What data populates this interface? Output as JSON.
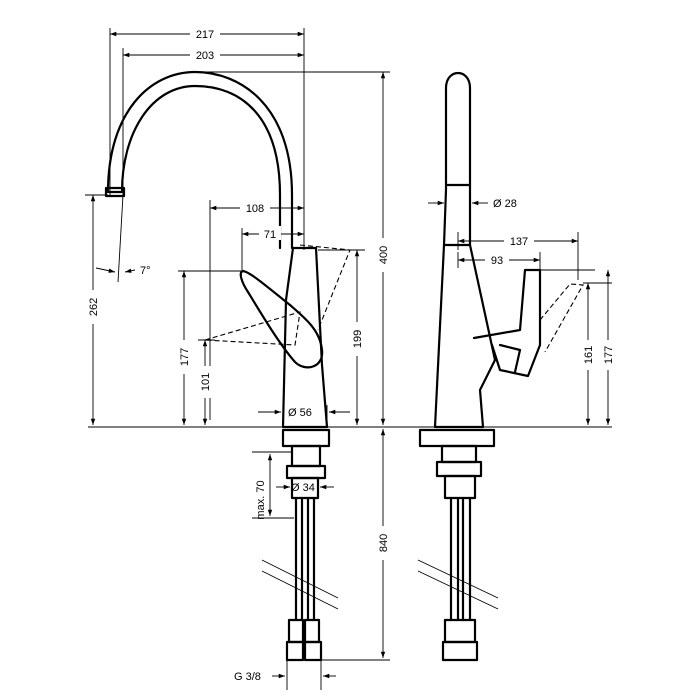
{
  "dimensions": {
    "width_217": "217",
    "width_203": "203",
    "width_108": "108",
    "width_71": "71",
    "angle_7": "7°",
    "height_262": "262",
    "height_177_left": "177",
    "height_101": "101",
    "height_199": "199",
    "height_400": "400",
    "base_dia_56": "Ø 56",
    "hole_dia_34": "Ø 34",
    "max_70": "max. 70",
    "length_840": "840",
    "thread": "G 3/8",
    "spout_dia_28": "Ø 28",
    "width_137": "137",
    "width_93": "93",
    "height_161": "161",
    "height_177_right": "177"
  }
}
